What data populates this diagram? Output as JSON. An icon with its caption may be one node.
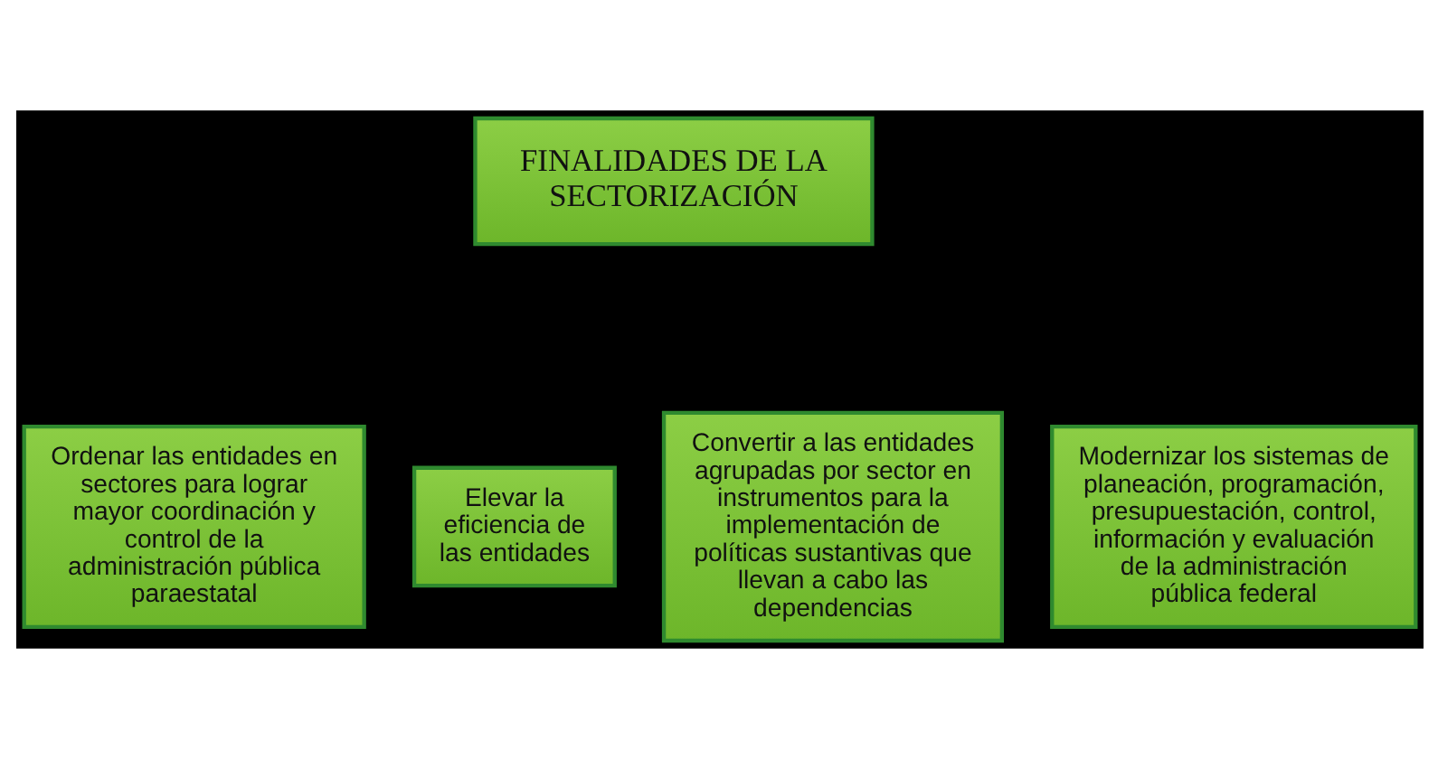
{
  "diagram": {
    "nodes": [
      {
        "text": [
          "FINALIDADES DE LA SECTORIZACIÓN"
        ]
      },
      {
        "text": [
          "Ordenar las entidades en sectores para lograr mayor coordinación y control de la administración pública paraestatal"
        ]
      },
      {
        "text": [
          "Elevar la eficiencia de las entidades"
        ]
      },
      {
        "text": [
          "Convertir a las entidades agrupadas por sector en instrumentos para la implementación de políticas sustantivas que llevan a cabo las dependencias"
        ]
      },
      {
        "text": [
          "Modernizar los sistemas de planeación, programación, presupuestación, control, información y evaluación de la administración pública federal"
        ]
      }
    ]
  }
}
